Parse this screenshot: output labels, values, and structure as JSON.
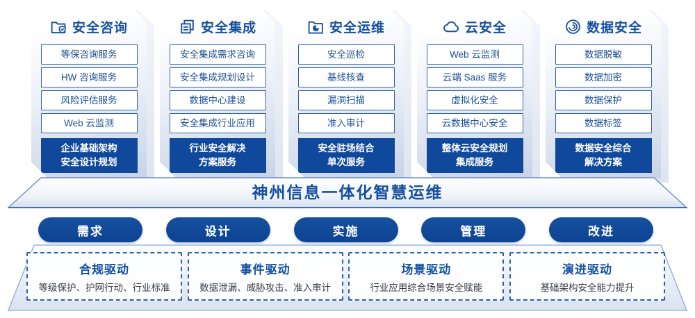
{
  "banner": {
    "title": "神州信息一体化智慧运维"
  },
  "columns": [
    {
      "title": "安全咨询",
      "icon": "folder-shield-icon",
      "items": [
        "等保咨询服务",
        "HW 咨询服务",
        "风险评估服务",
        "Web 云监测"
      ],
      "footer_lines": [
        "企业基础架构",
        "安全设计规划"
      ]
    },
    {
      "title": "安全集成",
      "icon": "documents-copy-icon",
      "items": [
        "安全集成需求咨询",
        "安全集成规划设计",
        "数据中心建设",
        "安全集成行业应用"
      ],
      "footer_lines": [
        "行业安全解决",
        "方案服务"
      ]
    },
    {
      "title": "安全运维",
      "icon": "folder-pie-icon",
      "items": [
        "安全巡检",
        "基线核查",
        "漏洞扫描",
        "准入审计"
      ],
      "footer_lines": [
        "安全驻场结合",
        "单次服务"
      ]
    },
    {
      "title": "云安全",
      "icon": "cloud-icon",
      "items": [
        "Web 云监测",
        "云端 Saas 服务",
        "虚拟化安全",
        "云数据中心安全"
      ],
      "footer_lines": [
        "整体云安全规划",
        "集成服务"
      ]
    },
    {
      "title": "数据安全",
      "icon": "fingerprint-icon",
      "items": [
        "数据脱敏",
        "数据加密",
        "数据保护",
        "数据标签"
      ],
      "footer_lines": [
        "数据安全综合",
        "解决方案"
      ]
    }
  ],
  "pills": [
    "需求",
    "设计",
    "实施",
    "管理",
    "改进"
  ],
  "drivers": [
    {
      "title": "合规驱动",
      "desc": "等级保护、护网行动、行业标准"
    },
    {
      "title": "事件驱动",
      "desc": "数据泄漏、威胁攻击、准入审计"
    },
    {
      "title": "场景驱动",
      "desc": "行业应用综合场景安全赋能"
    },
    {
      "title": "演进驱动",
      "desc": "基础架构安全能力提升"
    }
  ],
  "colors": {
    "primary_blue": "#10499c",
    "title_blue": "#17509f",
    "item_border_blue": "#3060ac",
    "item_text_blue": "#1c5097",
    "dashed_border_blue": "#2e5fae",
    "desc_text": "#383d44",
    "card_gradient_end": "#c7d3e6"
  }
}
